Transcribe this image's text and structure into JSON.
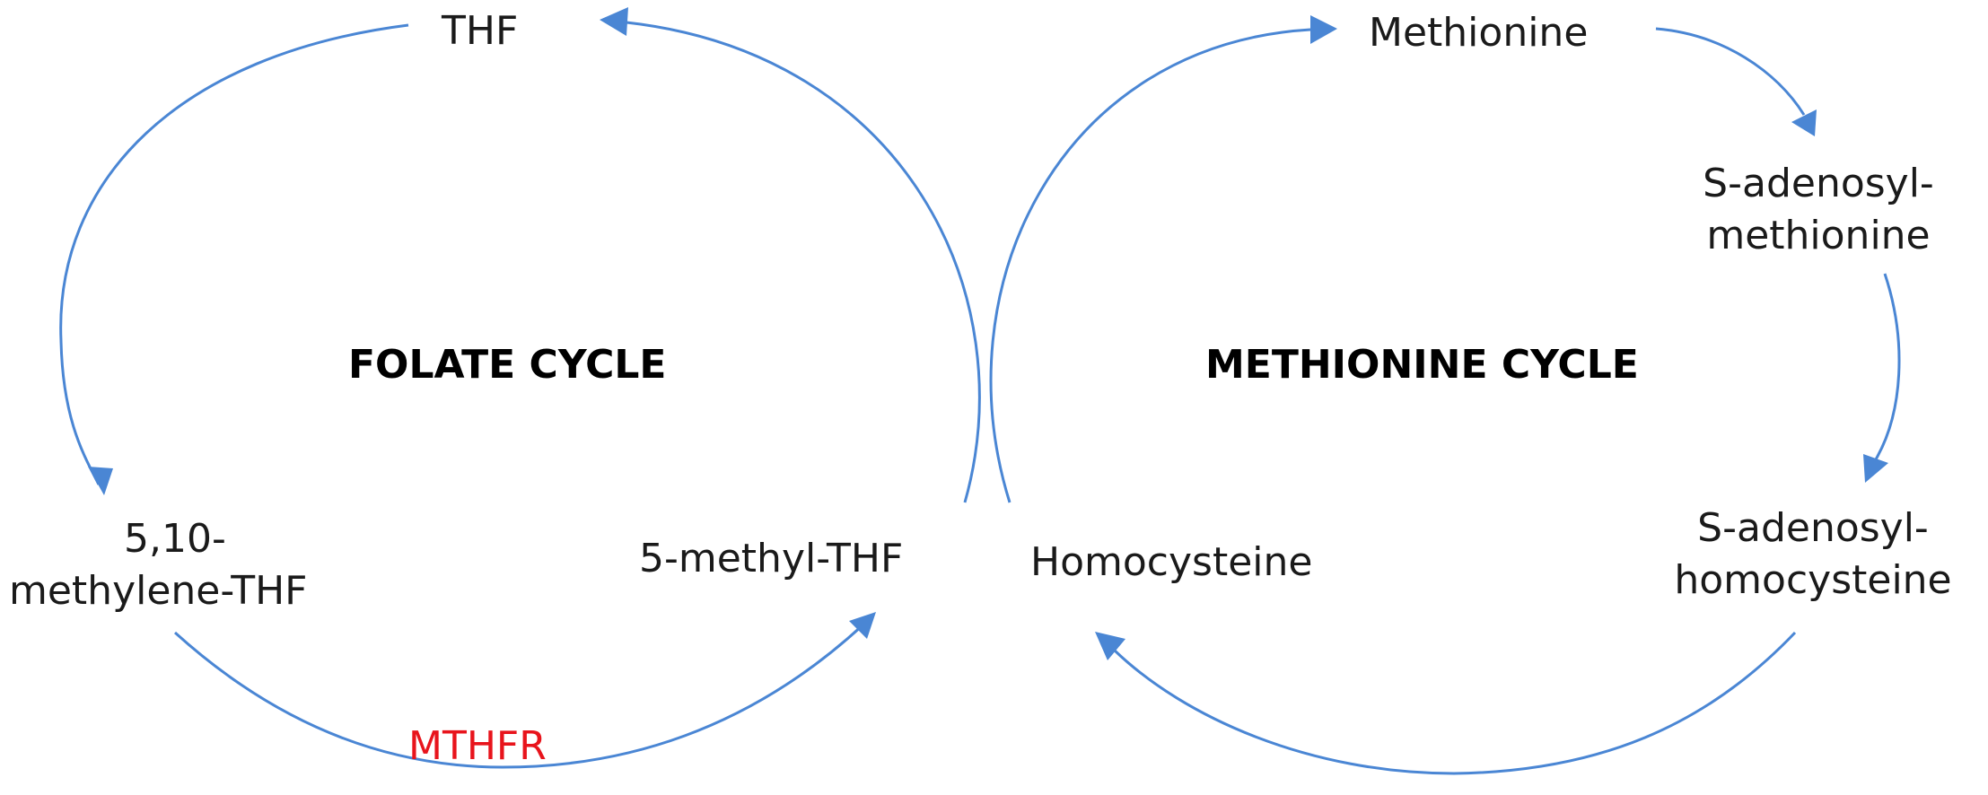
{
  "colors": {
    "arrow": "#4a86d4",
    "text": "#1a1a1a",
    "enzyme": "#e8141c"
  },
  "folate_cycle": {
    "title": "FOLATE CYCLE",
    "thf": "THF",
    "methylene_thf_line1": "5,10-",
    "methylene_thf_line2": "methylene-THF",
    "methyl_thf": "5-methyl-THF",
    "enzyme": "MTHFR"
  },
  "methionine_cycle": {
    "title": "METHIONINE CYCLE",
    "methionine": "Methionine",
    "sam_line1": "S-adenosyl-",
    "sam_line2": "methionine",
    "sah_line1": "S-adenosyl-",
    "sah_line2": "homocysteine",
    "homocysteine": "Homocysteine"
  }
}
